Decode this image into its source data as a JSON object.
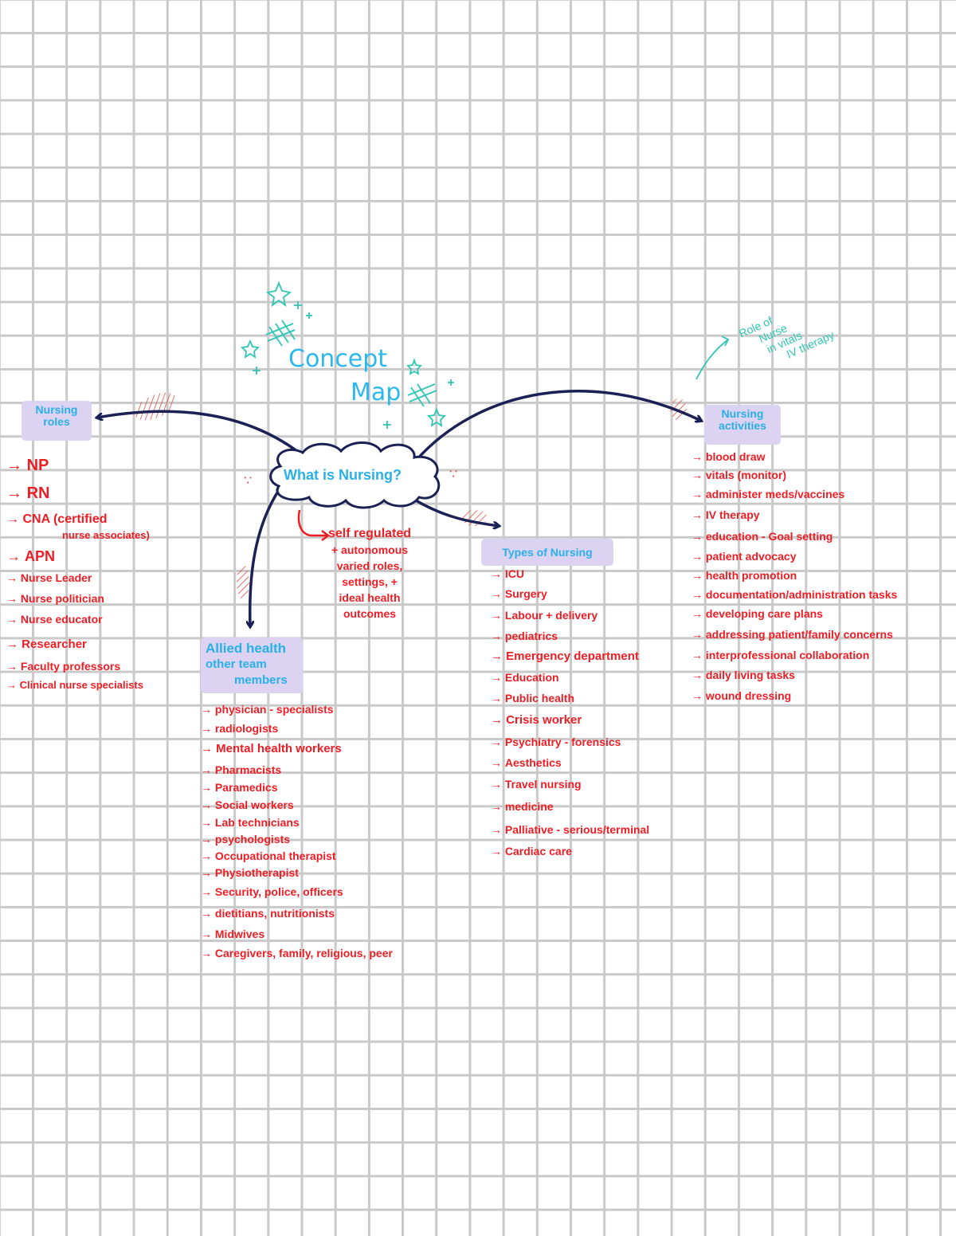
{
  "title": {
    "line1": "Concept",
    "line2": "Map"
  },
  "center": {
    "label": "What is Nursing?"
  },
  "teal_note": {
    "line1": "Role of",
    "line2": "Nurse",
    "line3": "in vitals",
    "line4": "IV therapy"
  },
  "center_note": {
    "lines": [
      "self regulated",
      "+ autonomous",
      "varied roles,",
      "settings, +",
      "ideal health",
      "outcomes"
    ]
  },
  "nursing_roles": {
    "header": [
      "Nursing",
      "roles"
    ],
    "items": [
      "NP",
      "RN",
      "CNA (certified",
      "nurse associates)",
      "APN",
      "Nurse Leader",
      "Nurse politician",
      "Nurse educator",
      "Researcher",
      "Faculty professors",
      "Clinical nurse specialists"
    ]
  },
  "allied_health": {
    "header": [
      "Allied health",
      "other team",
      "members"
    ],
    "items": [
      "physician - specialists",
      "radiologists",
      "Mental health workers",
      "Pharmacists",
      "Paramedics",
      "Social workers",
      "Lab technicians",
      "psychologists",
      "Occupational therapist",
      "Physiotherapist",
      "Security, police, officers",
      "dietitians, nutritionists",
      "Midwives",
      "Caregivers, family, religious, peer"
    ]
  },
  "types_of_nursing": {
    "header": [
      "Types of Nursing"
    ],
    "items": [
      "ICU",
      "Surgery",
      "Labour + delivery",
      "pediatrics",
      "Emergency department",
      "Education",
      "Public health",
      "Crisis worker",
      "Psychiatry - forensics",
      "Aesthetics",
      "Travel nursing",
      "medicine",
      "Palliative - serious/terminal",
      "Cardiac care"
    ]
  },
  "nursing_activities": {
    "header": [
      "Nursing",
      "activities"
    ],
    "items": [
      "blood draw",
      "vitals (monitor)",
      "administer meds/vaccines",
      "IV therapy",
      "education - Goal setting",
      "patient advocacy",
      "health promotion",
      "documentation/administration tasks",
      "developing care plans",
      "addressing patient/family concerns",
      "interprofessional collaboration",
      "daily living tasks",
      "wound dressing"
    ]
  },
  "colors": {
    "red": "#ee1d24",
    "cyan": "#2ab0e8",
    "navy": "#1b2155",
    "teal": "#2fc6b4",
    "lavender": "#dcd3f2"
  }
}
